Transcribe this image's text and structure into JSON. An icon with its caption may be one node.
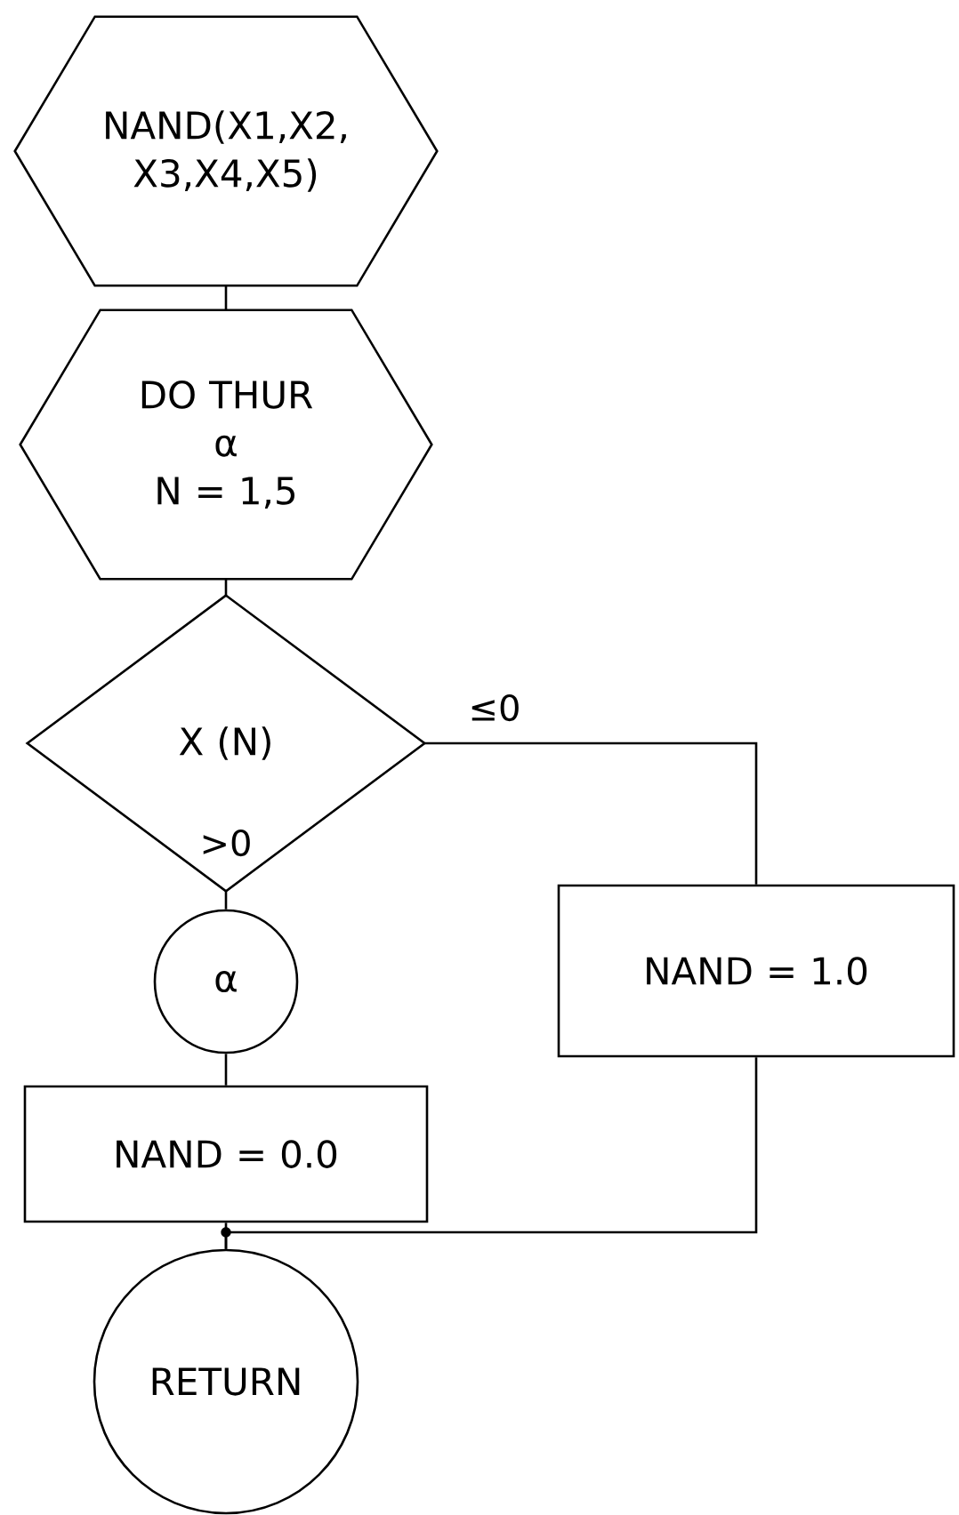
{
  "diagram": {
    "nodes": [
      {
        "text": [
          "NAND(X1,X2, X3,X4,X5)"
        ]
      },
      {
        "text": [
          "DO THUR α",
          "N = 1,5"
        ]
      },
      {
        "text": [
          "X (N)"
        ]
      },
      {
        "text": [
          "α"
        ]
      },
      {
        "text": [
          "NAND = 0.0"
        ]
      },
      {
        "text": [
          "NAND = 1.0"
        ]
      },
      {
        "text": [
          "RETURN"
        ]
      }
    ],
    "edges": [
      {
        "from": 0,
        "to": 1,
        "arrow": "none"
      },
      {
        "from": 1,
        "to": 2,
        "arrow": "none"
      },
      {
        "from": 2,
        "to": 3,
        "arrow": "none",
        "label": ">0"
      },
      {
        "from": 2,
        "to": 5,
        "arrow": "none",
        "label": "≤0"
      },
      {
        "from": 3,
        "to": 4,
        "arrow": "none"
      },
      {
        "from": 4,
        "to": 6,
        "arrow": "none"
      },
      {
        "from": 5,
        "to": 6,
        "arrow": "none"
      }
    ]
  }
}
